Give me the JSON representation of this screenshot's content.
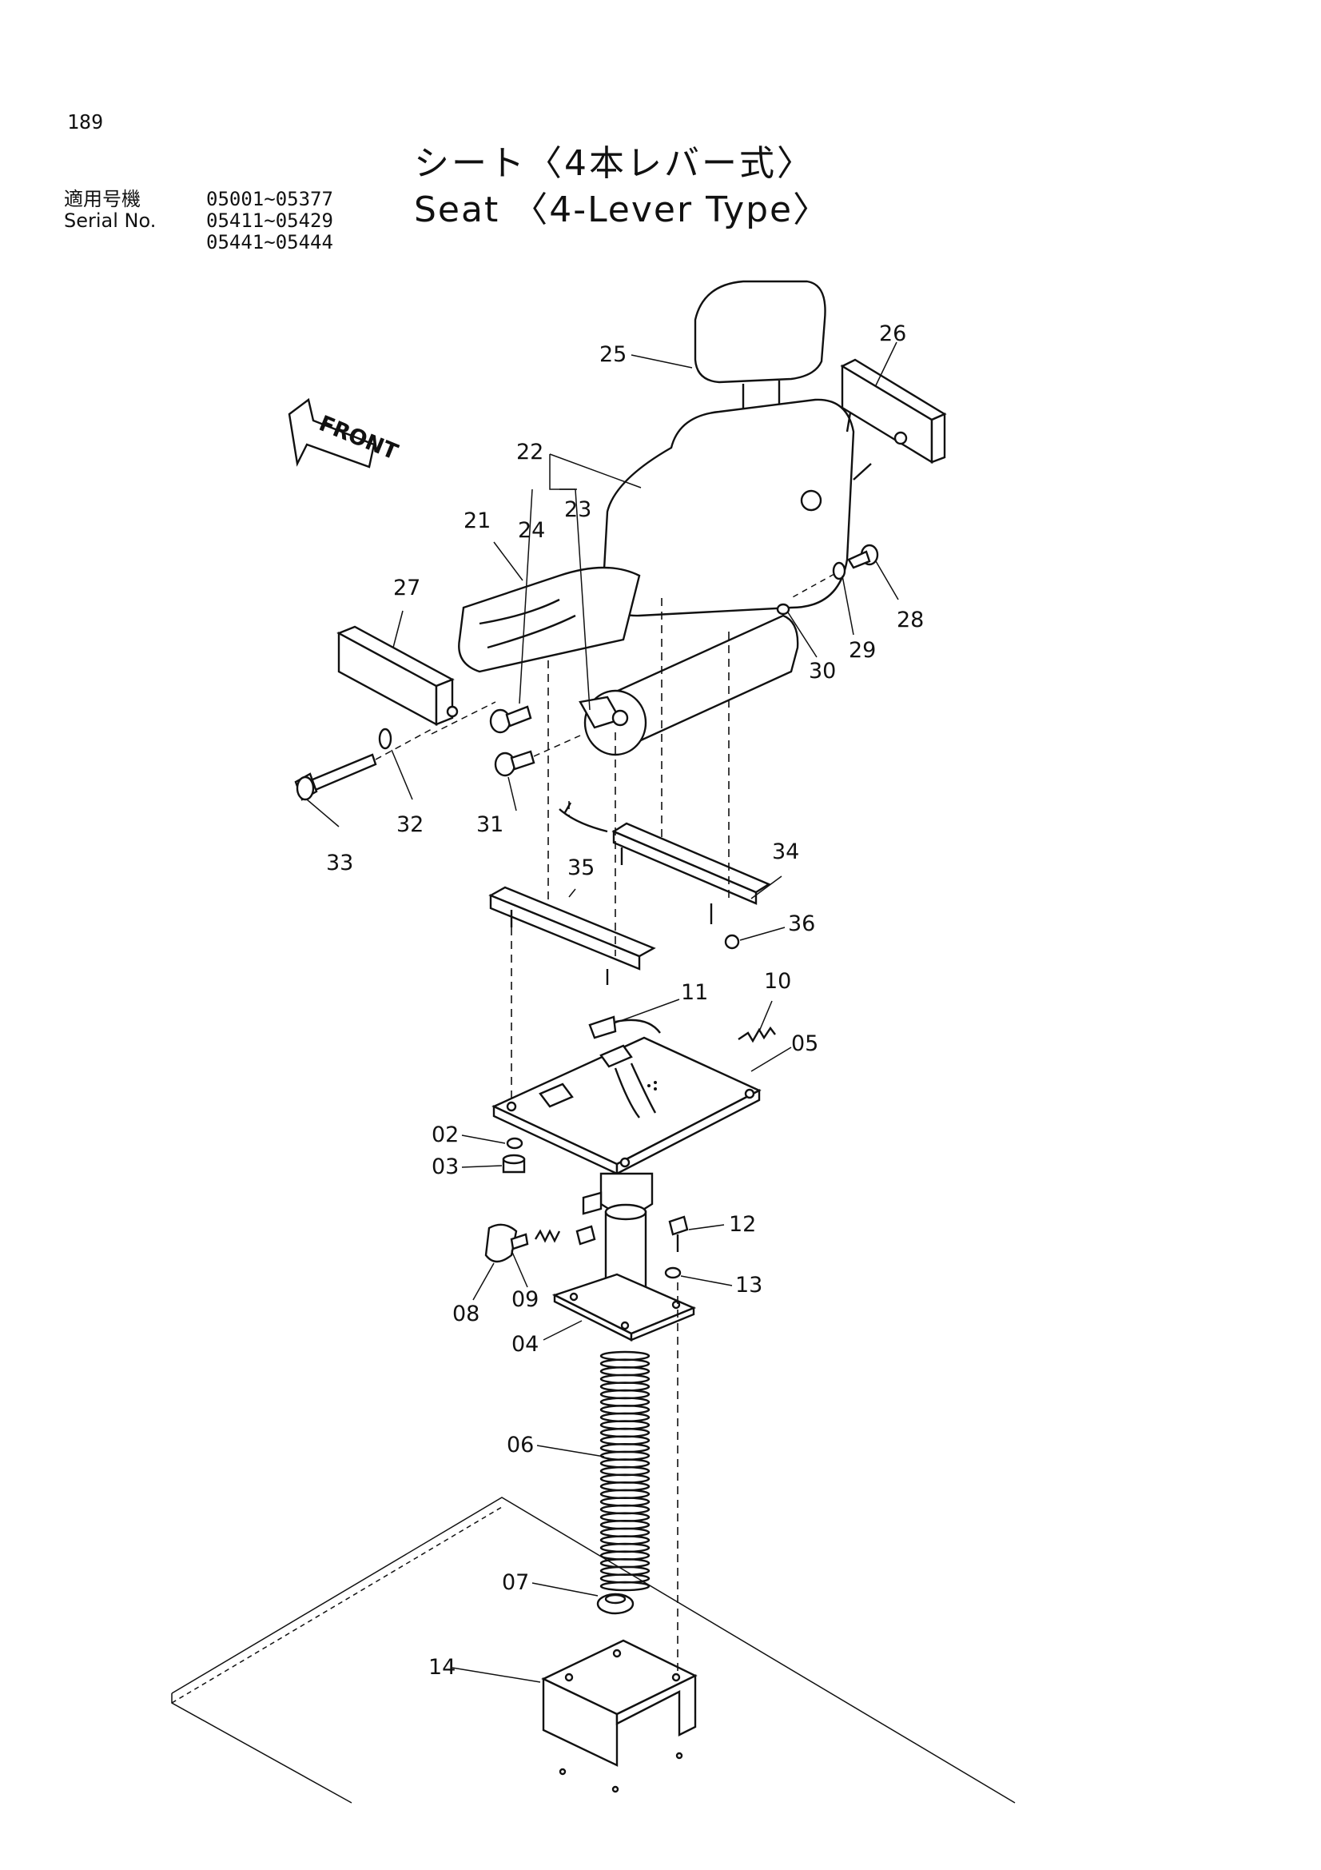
{
  "page_number": "189",
  "title_jp": "シート〈4本レバー式〉",
  "title_en": "Seat 〈4-Lever Type〉",
  "serial_label_jp": "適用号機",
  "serial_label_en": "Serial No.",
  "serial_ranges": [
    "05001~05377",
    "05411~05429",
    "05441~05444"
  ],
  "front_label": "FRONT",
  "callouts": {
    "c02": "02",
    "c03": "03",
    "c04": "04",
    "c05": "05",
    "c06": "06",
    "c07": "07",
    "c08": "08",
    "c09": "09",
    "c10": "10",
    "c11": "11",
    "c12": "12",
    "c13": "13",
    "c14": "14",
    "c21": "21",
    "c22": "22",
    "c23": "23",
    "c24": "24",
    "c25": "25",
    "c26": "26",
    "c27": "27",
    "c28": "28",
    "c29": "29",
    "c30": "30",
    "c31": "31",
    "c32": "32",
    "c33": "33",
    "c34": "34",
    "c35": "35",
    "c36": "36"
  }
}
